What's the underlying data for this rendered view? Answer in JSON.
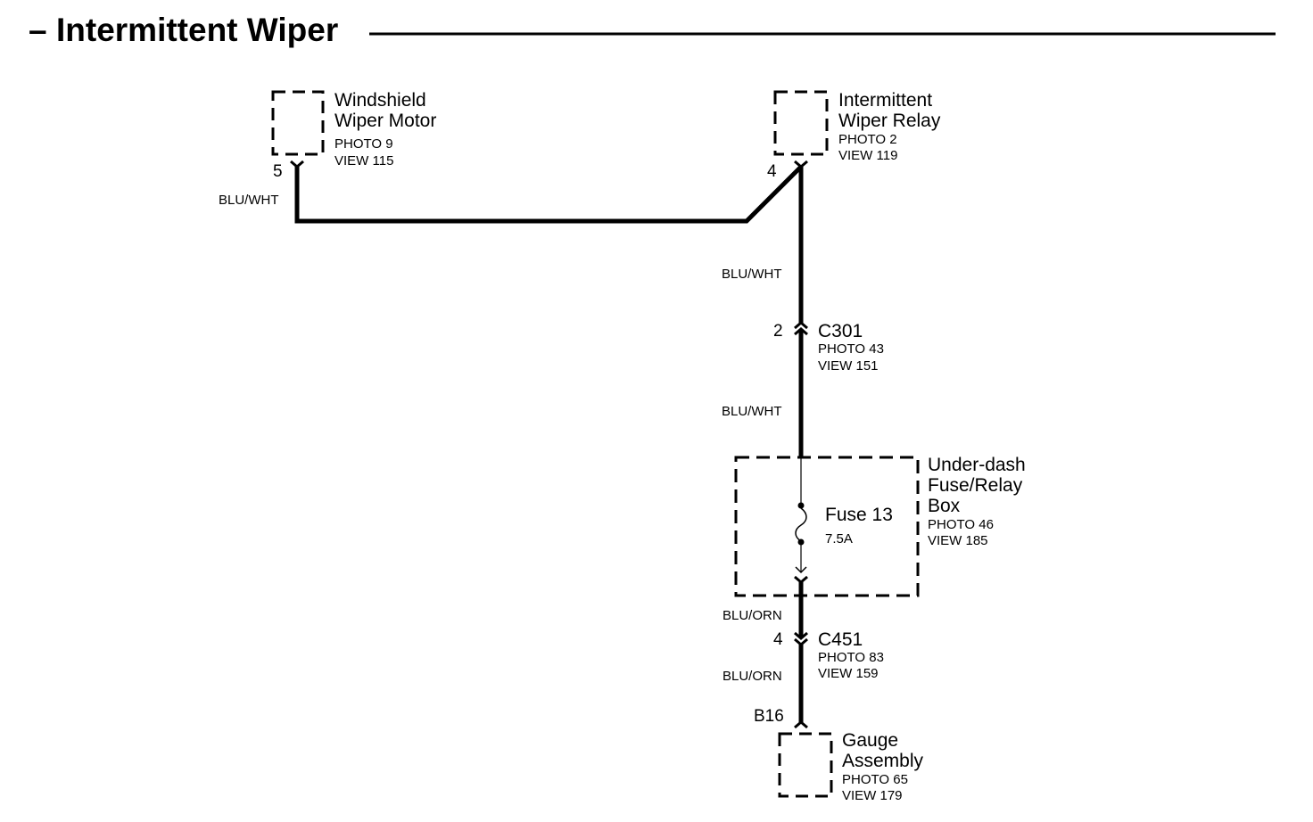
{
  "header": {
    "title": "Intermittent Wiper",
    "lead_dash": "–"
  },
  "components": {
    "wiper_motor": {
      "name_line1": "Windshield",
      "name_line2": "Wiper Motor",
      "photo": "PHOTO 9",
      "view": "VIEW 115",
      "pin": "5"
    },
    "wiper_relay": {
      "name_line1": "Intermittent",
      "name_line2": "Wiper Relay",
      "photo": "PHOTO 2",
      "view": "VIEW 119",
      "pin": "4"
    },
    "fuse_box": {
      "name_line1": "Under-dash",
      "name_line2": "Fuse/Relay",
      "name_line3": "Box",
      "photo": "PHOTO 46",
      "view": "VIEW 185"
    },
    "fuse": {
      "name": "Fuse 13",
      "rating": "7.5A"
    },
    "gauge": {
      "name_line1": "Gauge",
      "name_line2": "Assembly",
      "photo": "PHOTO 65",
      "view": "VIEW 179",
      "pin": "B16"
    }
  },
  "connectors": {
    "c301": {
      "name": "C301",
      "pin": "2",
      "photo": "PHOTO 43",
      "view": "VIEW 151"
    },
    "c451": {
      "name": "C451",
      "pin": "4",
      "photo": "PHOTO 83",
      "view": "VIEW 159"
    }
  },
  "wires": {
    "motor_to_relay": "BLU/WHT",
    "relay_to_c301": "BLU/WHT",
    "c301_to_fusebox": "BLU/WHT",
    "fusebox_to_c451": "BLU/ORN",
    "c451_to_gauge": "BLU/ORN"
  }
}
